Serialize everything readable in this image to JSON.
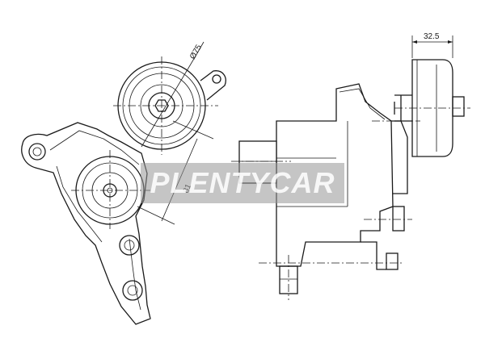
{
  "dimensions": {
    "pulley_diameter": "Ø75",
    "center_distance": "81",
    "width_offset": "32.5"
  },
  "watermark": {
    "text": "PLENTYCAR"
  }
}
